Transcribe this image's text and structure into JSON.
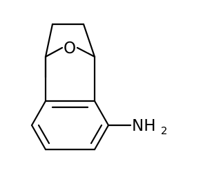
{
  "molecule": {
    "atoms": {
      "oxygen": "O",
      "amine_main": "NH",
      "amine_subscript": "2"
    },
    "colors": {
      "bond": "#000000",
      "label": "#000000",
      "background": "#ffffff"
    }
  }
}
